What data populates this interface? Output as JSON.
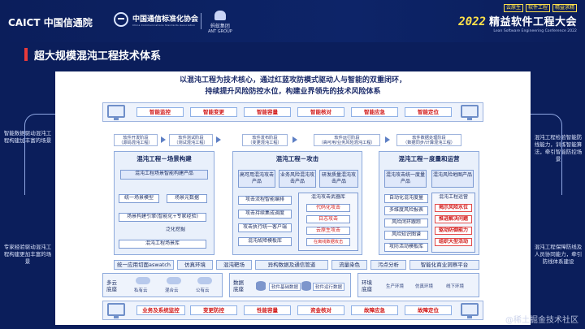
{
  "header": {
    "caict_logo": "CAICT 中国信通院",
    "assoc_name": "中国通信标准化协会",
    "assoc_sub": "China Communications Standards Association",
    "ant_name": "蚂蚁集团",
    "ant_sub": "ANT GROUP",
    "conf_tags": [
      "云原生",
      "软件工程",
      "精益求精"
    ],
    "conf_year": "2022",
    "conf_name": "精益软件工程大会",
    "conf_en": "Lean Software Engineering Conference 2022"
  },
  "section_title": "超大规模混沌工程技术体系",
  "card": {
    "headline_1": "以混沌工程为技术核心，通过红蓝攻防模式驱动人与智能的双重闭环，",
    "headline_2": "持续提升风险防控水位，构建业界领先的技术风险体系",
    "top_pills": [
      "智能监控",
      "智能变更",
      "智能容量",
      "智能核对",
      "智能应急",
      "智能定位"
    ],
    "phases": [
      {
        "line1": "软件开发阶段",
        "line2": "（源码混沌工程）"
      },
      {
        "line1": "软件测试阶段",
        "line2": "（测试混沌工程）"
      },
      {
        "line1": "软件发布阶段",
        "line2": "（变更混沌工程）"
      },
      {
        "line1": "软件运行阶段",
        "line2": "（高可用/业务风险混沌工程）"
      },
      {
        "line1": "软件数据处理阶段",
        "line2": "（数据同步/计算混沌工程）"
      }
    ],
    "col1": {
      "title": "混沌工程－场景构建",
      "product": "混沌工程场景智能构建产品",
      "unified_model": "统一场景模型",
      "metadata": "场景元数据",
      "engine": "场景构建引擎(智能化+专家经验)",
      "generalize": "泛化挖掘",
      "library": "混沌工程场景库"
    },
    "col2": {
      "title": "混沌工程－攻击",
      "products": [
        "高可用混沌攻击产品",
        "业务风险混沌攻击产品",
        "研发质量混沌攻击产品"
      ],
      "left_items": [
        "攻击流程智能编排",
        "攻击持续集成调度",
        "攻击执行统一客户端",
        "混沌故障模板库"
      ],
      "right_title": "混沌攻击武器库",
      "right_items": [
        "代码化攻击",
        "日志攻击",
        "云原生攻击",
        "在离线数据攻击"
      ]
    },
    "col3": {
      "title": "混沌工程－度量和运营",
      "products": [
        "混沌攻击统一度量产品",
        "混沌风险地图产品"
      ],
      "left_items": [
        "自动化混沌度量",
        "多维度风险报表",
        "风险闭环跟踪",
        "风险知识图谱",
        "攻防活动模板库"
      ],
      "right_title": "混沌工程运营",
      "right_items": [
        "揭示风险水位",
        "推进解决问题",
        "驱动防御能力",
        "组织大型活动"
      ]
    },
    "infra": [
      "统一应用切面aswatch",
      "仿真环境",
      "混沌靶场",
      "异构数据及通信管道",
      "流量染色",
      "污点分析",
      "智能化商业洞察平台"
    ],
    "base": {
      "cloud_label": "多云底座",
      "clouds": [
        "私有云",
        "混合云",
        "公有云"
      ],
      "data_label": "数据底座",
      "data_items": [
        "软件基础数据",
        "软件运行数据"
      ],
      "env_label": "环境底座",
      "env_items": [
        "生产环境",
        "仿真环境",
        "线下环境"
      ]
    },
    "bottom_pills": [
      "业务及系统监控",
      "变更防控",
      "性能容量",
      "资金核对",
      "故障应急",
      "故障定位"
    ]
  },
  "side_notes": {
    "left_top": "智能数据驱动混沌工程构建加丰富的场景",
    "left_bottom": "专家经验驱动混沌工程构建更加丰富的场景",
    "right_top": "混沌工程检验智能防线能力，训练智能算法，牵引智能防控场景",
    "right_bottom": "混沌工程保障防线及人员协同能力，牵引防线体系建设"
  },
  "watermark": "@稀土掘金技术社区"
}
